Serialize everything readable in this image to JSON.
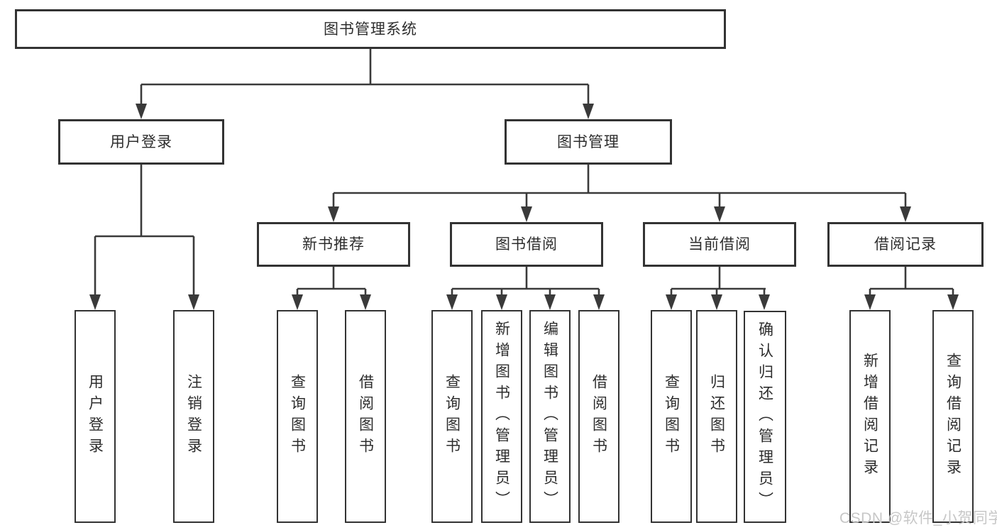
{
  "tree": {
    "label": "图书管理系统",
    "children": [
      {
        "label": "用户登录",
        "children": [
          {
            "label": "用户登录"
          },
          {
            "label": "注销登录"
          }
        ]
      },
      {
        "label": "图书管理",
        "children": [
          {
            "label": "新书推荐",
            "children": [
              {
                "label": "查询图书"
              },
              {
                "label": "借阅图书"
              }
            ]
          },
          {
            "label": "图书借阅",
            "children": [
              {
                "label": "查询图书"
              },
              {
                "label": "新增图书（管理员）"
              },
              {
                "label": "编辑图书（管理员）"
              },
              {
                "label": "借阅图书"
              }
            ]
          },
          {
            "label": "当前借阅",
            "children": [
              {
                "label": "查询图书"
              },
              {
                "label": "归还图书"
              },
              {
                "label": "确认归还（管理员）"
              }
            ]
          },
          {
            "label": "借阅记录",
            "children": [
              {
                "label": "新增借阅记录"
              },
              {
                "label": "查询借阅记录"
              }
            ]
          }
        ]
      }
    ]
  },
  "watermark": {
    "text": "CSDN @软件_小贺同学"
  },
  "colors": {
    "line": "#3a3a3a",
    "border": "#333333",
    "text": "#2d2d2d",
    "watermark": "#c7c7c7"
  }
}
